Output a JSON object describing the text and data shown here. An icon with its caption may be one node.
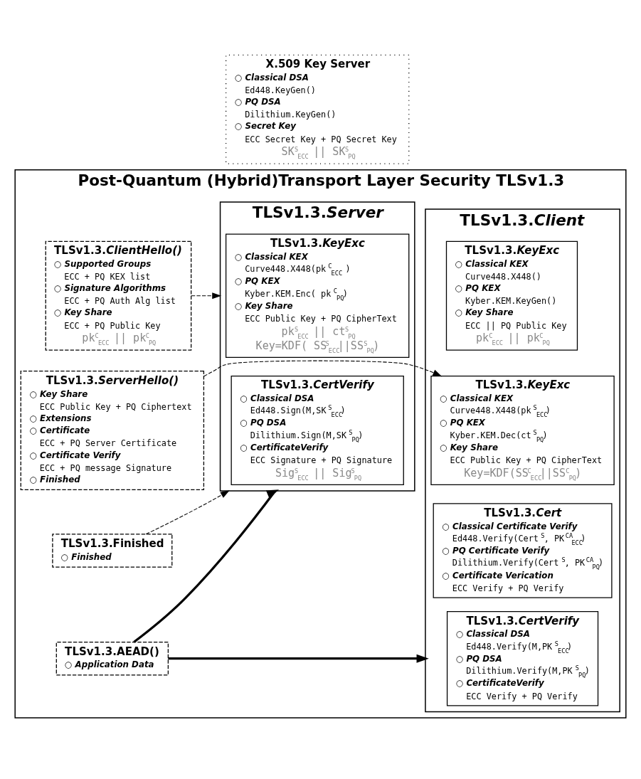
{
  "diagram": {
    "nodes": [
      {
        "text": [
          "Post-Quantum (Hybrid)Transport Layer Security TLSv1.3"
        ]
      },
      {
        "text": [
          "X.509 Key Server",
          "○ Classical DSA",
          "Ed448.KeyGen()",
          "○ PQ DSA",
          "Dilithium.KeyGen()",
          "○ Secret Key",
          "ECC Secret Key + PQ Secret Key",
          "SK$^{S}$$_{ECC}$ || SK$^{S}$$_{PQ}$"
        ]
      },
      {
        "text": [
          "TLSv1.3.*Client*"
        ],
        "in": 0
      },
      {
        "text": [
          "TLSv1.3.*KeyExc*",
          "○ Classical KEX",
          "Curve448.X448()",
          "○ PQ KEX",
          "Kyber.KEM.KeyGen()",
          "○ Key Share",
          "ECC || PQ Public Key",
          "pk$^{C}$$_{ECC}$ || pk$^{C}$$_{PQ}$"
        ],
        "in": 2
      },
      {
        "text": [
          "TLSv1.3.*KeyExc*",
          "○ Classical KEX",
          "Curve448.X448(pk$^{S}$$_{ECC}$)",
          "○ PQ KEX",
          "Kyber.KEM.Dec(ct$^{S}$$_{PQ}$)",
          "○ Key Share",
          "ECC Public Key + PQ CipherText",
          "Key=KDF(SS$^{C}$$_{ECC}$||SS$^{C}$$_{PQ}$)"
        ],
        "in": 2
      },
      {
        "text": [
          "TLSv1.3.*Cert*",
          "○ Classical Certificate Verify",
          "Ed448.Verify(Cert$^{S}$, PK$^{CA}$$_{ECC}$)",
          "○ PQ Certificate Verify",
          "Dilithium.Verify(Cert$^{S}$, PK$^{CA}$$_{PQ}$)",
          "○ Certificate Verication",
          "ECC Verify + PQ Verify"
        ],
        "in": 2
      },
      {
        "text": [
          "TLSv1.3.*CertVerify*",
          "○ Classical DSA",
          "Ed448.Verify(M,PK$^{S}$$_{ECC}$)",
          "○ PQ DSA",
          "Dilithium.Verify(M,PK$^{S}$$_{PQ}$)",
          "○ CertificateVerify",
          "ECC Verify + PQ Verify"
        ],
        "in": 2
      },
      {
        "text": [
          "TLSv1.3.*ClientHello()*",
          "○ Supported Groups",
          "ECC + PQ KEX list",
          "○ Signature Algorithms",
          "ECC + PQ Auth Alg list",
          "○ Key Share",
          "ECC + PQ Public Key",
          "pk$^{C}$$_{ECC}$ || pk$^{C}$$_{PQ}$"
        ],
        "in": 0
      },
      {
        "text": [
          "TLSv1.3.*ServerHello()*",
          "○ Key Share",
          "ECC Public Key + PQ Ciphertext",
          "○ Extensions",
          "○ Certificate",
          "ECC + PQ Server Certificate",
          "○ Certificate Verify",
          "ECC + PQ message Signature",
          "○ Finished"
        ],
        "in": 0
      },
      {
        "text": [
          "TLSv1.3.Finished",
          "○ Finished"
        ],
        "in": 0
      },
      {
        "text": [
          "TLSv1.3.AEAD()",
          "○ Application Data"
        ],
        "in": 0
      },
      {
        "text": [
          "TLSv1.3.*Server*"
        ],
        "in": 0
      },
      {
        "text": [
          "TLSv1.3.*KeyExc*",
          "○ Classical KEX",
          "Curve448.X448(pk$^{C}$$_{ECC}$ )",
          "○ PQ KEX",
          "Kyber.KEM.Enc( pk$^{C}$$_{PQ}$)",
          "○ Key Share",
          "ECC Public Key + PQ CipherText",
          "pk$^{S}$$_{ECC}$ || ct$^{S}$$_{PQ}$",
          "Key=KDF( SS$^{S}$$_{ECC}$||SS$^{S}$$_{PQ}$)"
        ],
        "in": 11
      },
      {
        "text": [
          "TLSv1.3.*CertVerify*",
          "○ Classical DSA",
          "Ed448.Sign(M,SK$^{S}$$_{ECC}$)",
          "○ PQ DSA",
          "Dilithium.Sign(M,SK$^{S}$$_{PQ}$)",
          "○ CertificateVerify",
          "ECC Signature + PQ Signature",
          "Sig$^{S}$$_{ECC}$ || Sig$^{S}$$_{PQ}$"
        ],
        "in": 11
      }
    ],
    "edges": [
      {
        "from": 7,
        "to": 11,
        "arrow": "to",
        "style": "dashed"
      },
      {
        "from": 8,
        "to": 4,
        "arrow": "to",
        "style": "dashed"
      },
      {
        "from": 9,
        "to": 11,
        "arrow": "to",
        "style": "dashed"
      },
      {
        "from": 10,
        "to": 2,
        "arrow": "to",
        "style": "thick"
      },
      {
        "from": 10,
        "to": 11,
        "arrow": "to",
        "style": "thick"
      }
    ]
  }
}
